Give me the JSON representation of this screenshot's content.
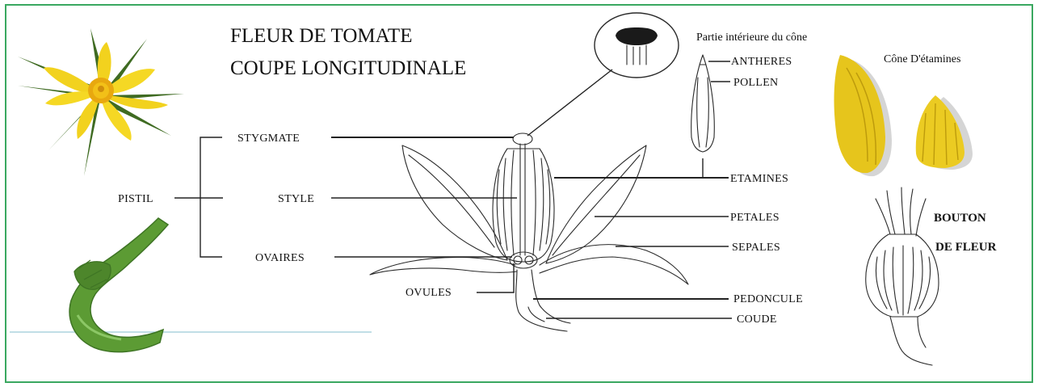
{
  "title": {
    "line1": "FLEUR DE TOMATE",
    "line2": "COUPE LONGITUDINALE"
  },
  "labels": {
    "pistil": "PISTIL",
    "stygmate": "STYGMATE",
    "style": "STYLE",
    "ovaires": "OVAIRES",
    "ovules": "OVULES",
    "partie_interieure": "Partie intérieure du cône",
    "antheres": "ANTHERES",
    "pollen": "POLLEN",
    "etamines": "ETAMINES",
    "petales": "PETALES",
    "sepales": "SEPALES",
    "pedoncule": "PEDONCULE",
    "coude": "COUDE",
    "cone_etamines": "Cône D'étamines",
    "bouton_line1": "BOUTON",
    "bouton_line2": "DE FLEUR"
  },
  "colors": {
    "border": "#3aa860",
    "flower_yellow": "#f2d21e",
    "flower_orange": "#e8a80f",
    "sepal_green": "#3f6b22",
    "stem_green": "#5c9b34",
    "stem_dark": "#3e7424"
  }
}
